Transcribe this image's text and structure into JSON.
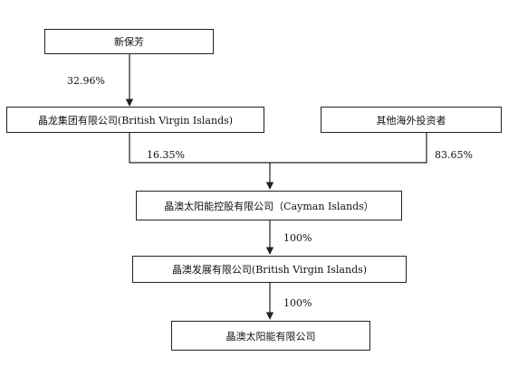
{
  "nodes": {
    "xin_baofang": "新保芳",
    "jinglong_group": "晶龙集团有限公司(British Virgin Islands)",
    "other_investors": "其他海外投资者",
    "ja_solar_holdings": "晶澳太阳能控股有限公司（Cayman Islands）",
    "ja_development": "晶澳发展有限公司(British Virgin Islands)",
    "ja_solar": "晶澳太阳能有限公司"
  },
  "edges": {
    "xin_to_jinglong": "32.96%",
    "jinglong_to_holdings": "16.35%",
    "others_to_holdings": "83.65%",
    "holdings_to_development": "100%",
    "development_to_solar": "100%"
  },
  "colors": {
    "line": "#222222",
    "box_border": "#222222",
    "text": "#111111"
  }
}
